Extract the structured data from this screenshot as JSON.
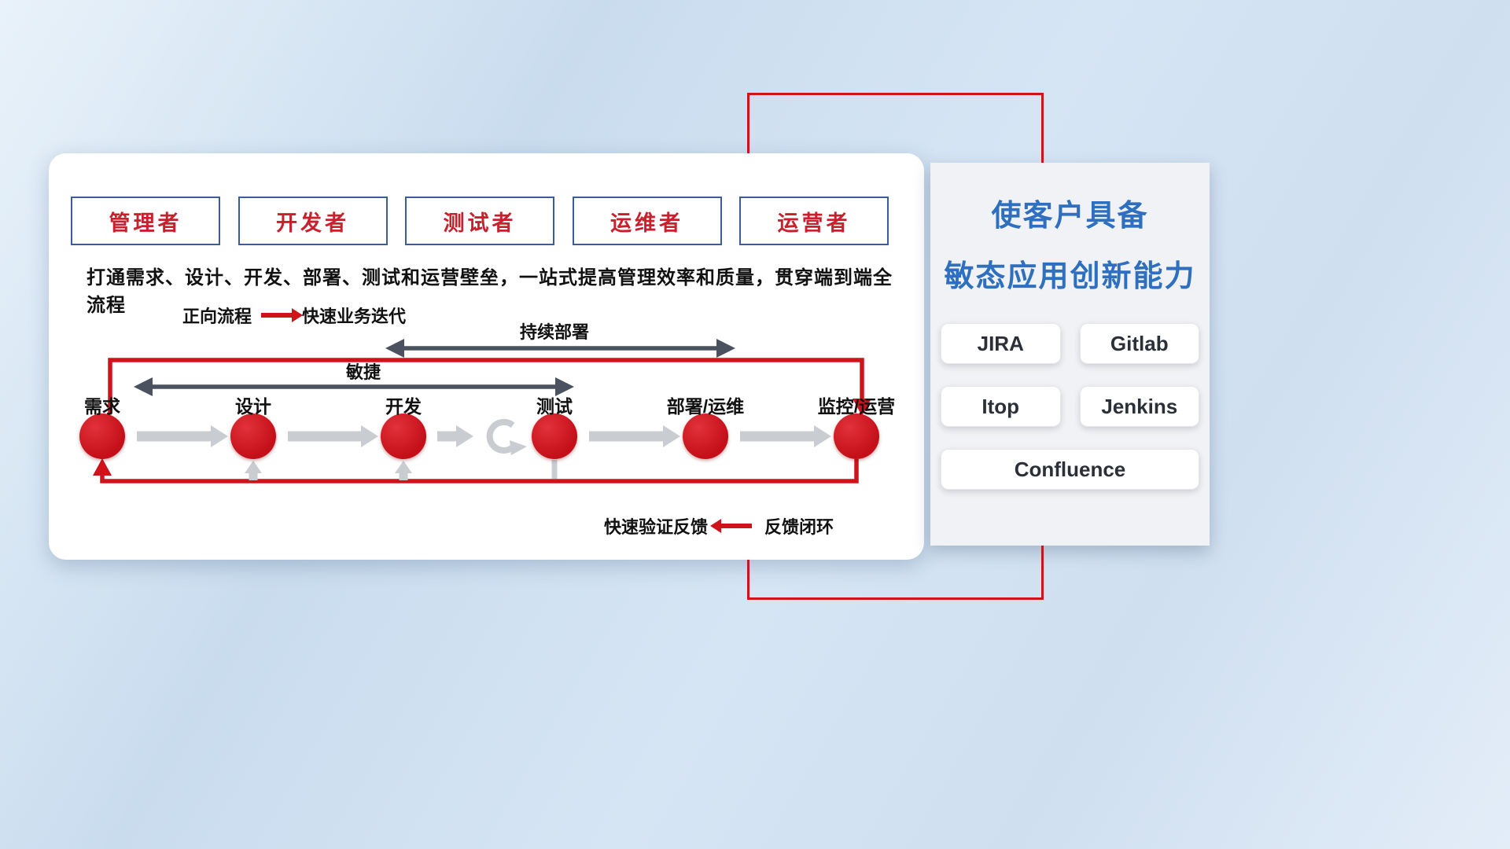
{
  "roles": [
    {
      "label": "管理者"
    },
    {
      "label": "开发者"
    },
    {
      "label": "测试者"
    },
    {
      "label": "运维者"
    },
    {
      "label": "运营者"
    }
  ],
  "subtitle": "打通需求、设计、开发、部署、测试和运营壁垒，一站式提高管理效率和质量，贯穿端到端全流程",
  "forward_legend": {
    "label": "正向流程",
    "value": "快速业务迭代"
  },
  "span_arrows": {
    "continuous_deployment": "持续部署",
    "agile": "敏捷"
  },
  "flow": [
    {
      "label": "需求"
    },
    {
      "label": "设计"
    },
    {
      "label": "开发"
    },
    {
      "label": "测试"
    },
    {
      "label": "部署/运维"
    },
    {
      "label": "监控/运营"
    }
  ],
  "feedback_legend": {
    "label": "快速验证反馈",
    "value": "反馈闭环"
  },
  "right_panel": {
    "title_line1": "使客户具备",
    "title_line2": "敏态应用创新能力",
    "tools": [
      {
        "label": "JIRA"
      },
      {
        "label": "Gitlab"
      },
      {
        "label": "Itop"
      },
      {
        "label": "Jenkins"
      },
      {
        "label": "Confluence"
      }
    ]
  },
  "colors": {
    "accent_red": "#d0121b",
    "title_blue": "#2e6fc0",
    "arrow_dark": "#49525e",
    "arrow_light": "#c9ccd1",
    "role_border": "#3c5c97"
  }
}
